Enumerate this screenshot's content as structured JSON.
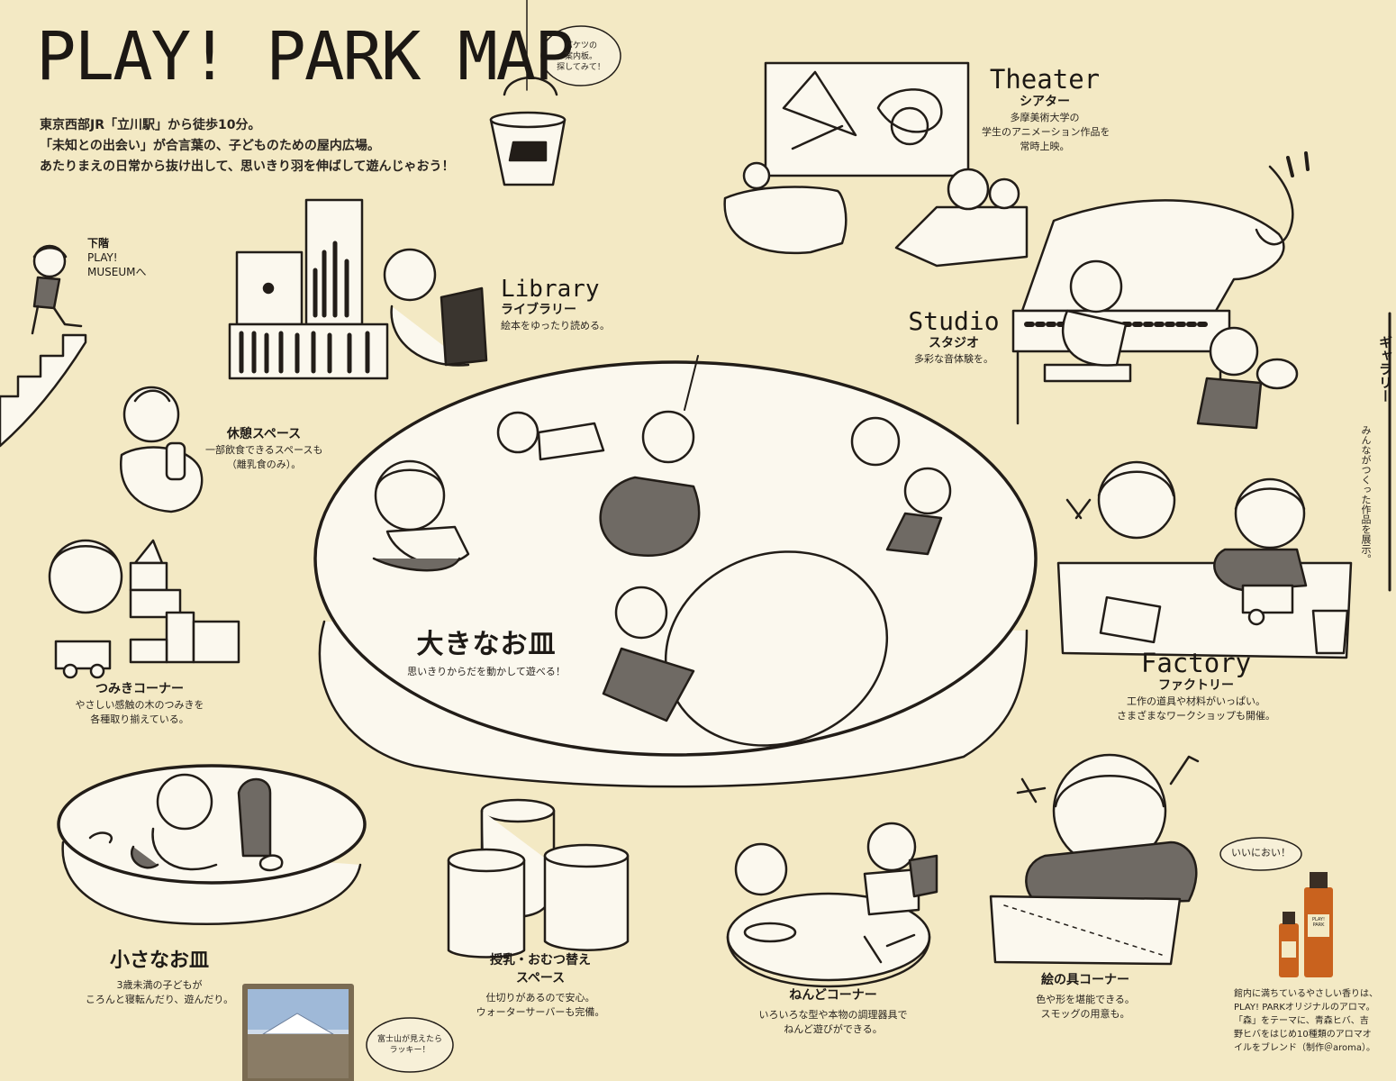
{
  "title": "PLAY! PARK MAP",
  "intro": [
    "東京西部JR「立川駅」から徒歩10分。",
    "「未知との出会い」が合言葉の、子どものための屋内広場。",
    "あたりまえの日常から抜け出して、思いきり羽を伸ばして遊んじゃおう！"
  ],
  "bucket_bubble": [
    "バケツの",
    "案内板。",
    "探してみて！"
  ],
  "downstairs": {
    "label": "下階",
    "line2": "PLAY!",
    "line3": "MUSEUMへ"
  },
  "theater": {
    "en": "Theater",
    "jp": "シアター",
    "desc": [
      "多摩美術大学の",
      "学生のアニメーション作品を",
      "常時上映。"
    ]
  },
  "library": {
    "en": "Library",
    "jp": "ライブラリー",
    "desc": "絵本をゆったり読める。"
  },
  "studio": {
    "en": "Studio",
    "jp": "スタジオ",
    "desc": "多彩な音体験を。"
  },
  "rest": {
    "jp": "休憩スペース",
    "desc": [
      "一部飲食できるスペースも",
      "（離乳食のみ）。"
    ]
  },
  "gallery": {
    "jp": "ギャラリー",
    "desc": "みんながつくった作品を展示。"
  },
  "blocks": {
    "jp": "つみきコーナー",
    "desc": [
      "やさしい感触の木のつみきを",
      "各種取り揃えている。"
    ]
  },
  "big_plate": {
    "jp": "大きなお皿",
    "desc": "思いきりからだを動かして遊べる！"
  },
  "factory": {
    "en": "Factory",
    "jp": "ファクトリー",
    "desc": [
      "工作の道具や材料がいっぱい。",
      "さまざまなワークショップも開催。"
    ]
  },
  "small_plate": {
    "jp": "小さなお皿",
    "desc": [
      "3歳未満の子どもが",
      "ころんと寝転んだり、遊んだり。"
    ]
  },
  "nursing": {
    "jp": [
      "授乳・おむつ替え",
      "スペース"
    ],
    "desc": [
      "仕切りがあるので安心。",
      "ウォーターサーバーも完備。"
    ]
  },
  "clay": {
    "jp": "ねんどコーナー",
    "desc": [
      "いろいろな型や本物の調理器具で",
      "ねんど遊びができる。"
    ]
  },
  "paint": {
    "jp": "絵の具コーナー",
    "desc": [
      "色や形を堪能できる。",
      "スモッグの用意も。"
    ]
  },
  "fuji_bubble": [
    "富士山が見えたら",
    "ラッキー！"
  ],
  "aroma": {
    "bubble": "いいにおい！",
    "bottle_label": "PLAY! PARK",
    "desc": [
      "館内に満ちているやさしい香りは、",
      "PLAY! PARKオリジナルのアロマ。",
      "「森」をテーマに、青森ヒバ、吉",
      "野ヒバをはじめ10種類のアロマオ",
      "イルをブレンド（制作＠aroma）。"
    ]
  },
  "colors": {
    "background": "#f3e9c4",
    "ink": "#1e1a16",
    "plate": "#fbf8ee",
    "bottle": "#c9621e"
  }
}
